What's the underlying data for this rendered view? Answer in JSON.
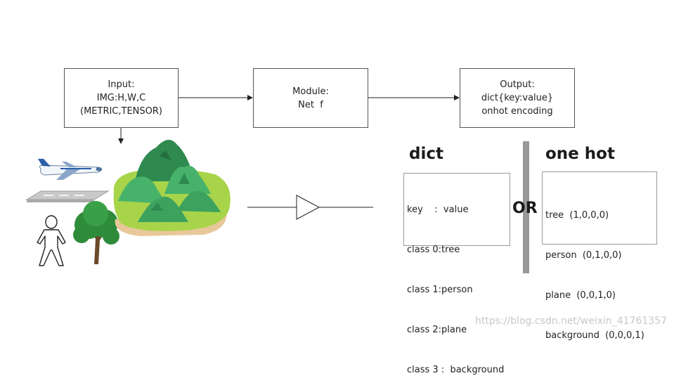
{
  "flow": {
    "input": {
      "lines": [
        "Input:",
        "IMG:H,W,C",
        "(METRIC,TENSOR)"
      ]
    },
    "module": {
      "lines": [
        "Module:",
        "Net  f"
      ]
    },
    "output": {
      "lines": [
        "Output:",
        "dict{key:value}",
        "onhot encoding"
      ]
    }
  },
  "dict": {
    "heading": "dict",
    "rows": [
      "key    :  value",
      "class 0:tree",
      "class 1:person",
      "class 2:plane",
      "class 3 :  background"
    ]
  },
  "separator": {
    "label": "OR"
  },
  "onehot": {
    "heading": "one hot",
    "rows": [
      "tree  (1,0,0,0)",
      "person  (0,1,0,0)",
      "plane  (0,0,1,0)",
      "background  (0,0,0,1)"
    ]
  },
  "illustration": {
    "icons": [
      "airplane-icon",
      "runway-icon",
      "person-icon",
      "tree-icon",
      "mountain-island-icon",
      "triangle-arrow-icon"
    ]
  },
  "colors": {
    "box_border": "#555555",
    "bar": "#999999",
    "mountain_dark": "#2f8a4f",
    "mountain_light": "#47b36a",
    "island_grass": "#a8d44a",
    "island_soil": "#e8c89a",
    "tree_green": "#2e8b3a",
    "tree_trunk": "#6b4a2b",
    "plane_blue": "#2a5ea8"
  },
  "watermark": "https://blog.csdn.net/weixin_41761357"
}
